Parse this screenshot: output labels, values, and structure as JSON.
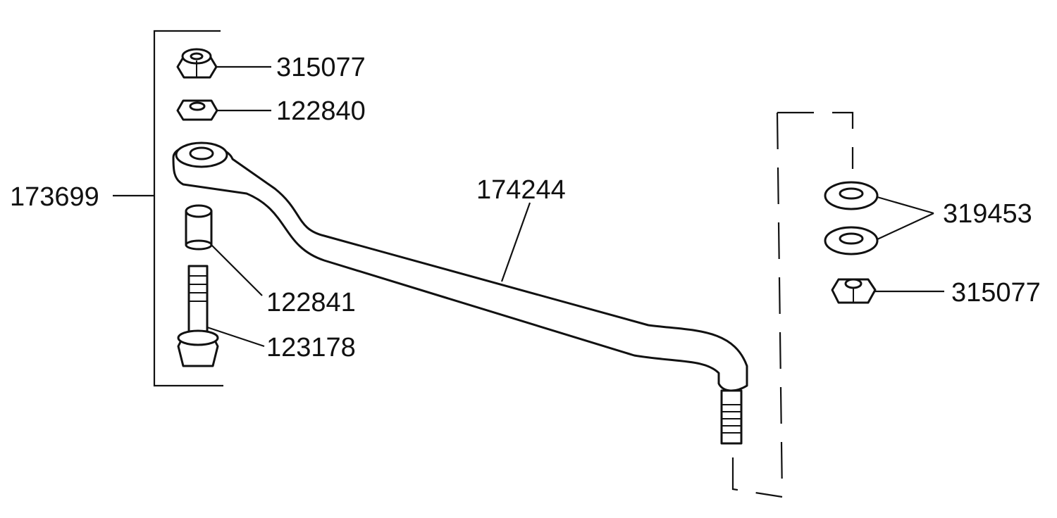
{
  "labels": {
    "nut_top": "315077",
    "washer_top": "122840",
    "assembly": "173699",
    "spacer": "122841",
    "bolt": "123178",
    "drag_link": "174244",
    "washers_right": "319453",
    "nut_right": "315077"
  }
}
